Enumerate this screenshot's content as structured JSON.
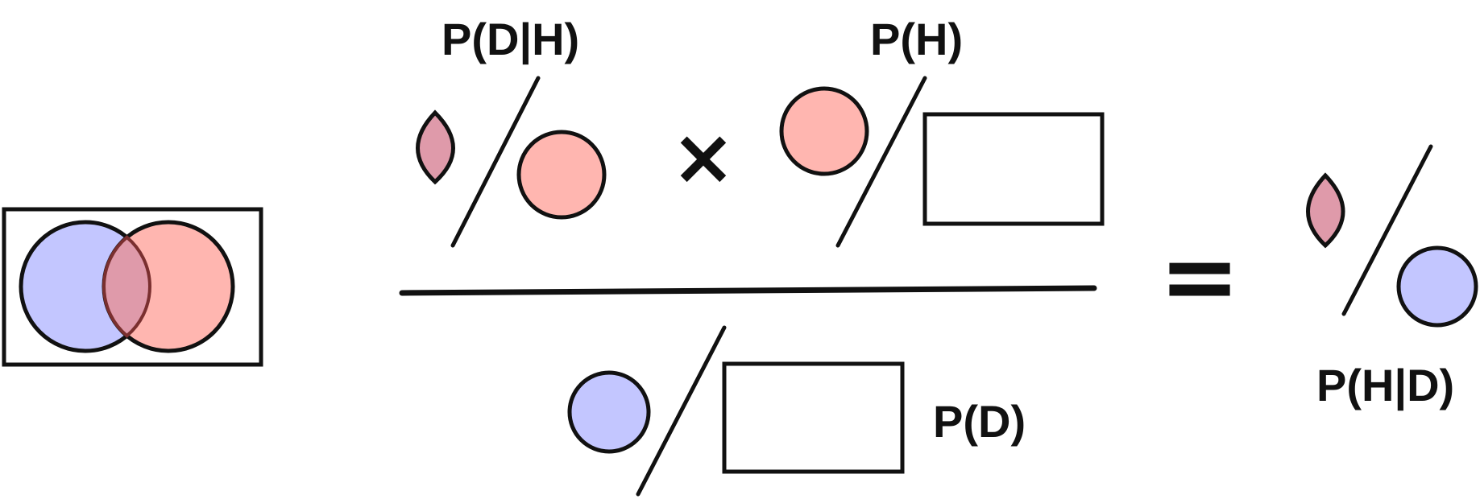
{
  "labels": {
    "likelihood": "P(D|H)",
    "prior": "P(H)",
    "evidence": "P(D)",
    "posterior": "P(H|D)"
  },
  "operators": {
    "times": "×",
    "equals": "="
  },
  "colors": {
    "hypothesis": "#ffb6b0",
    "data": "#c3c6ff",
    "overlap": "#df9aaa",
    "overlap_stroke": "#7a2f2f",
    "stroke": "#111111",
    "background": "#ffffff"
  }
}
